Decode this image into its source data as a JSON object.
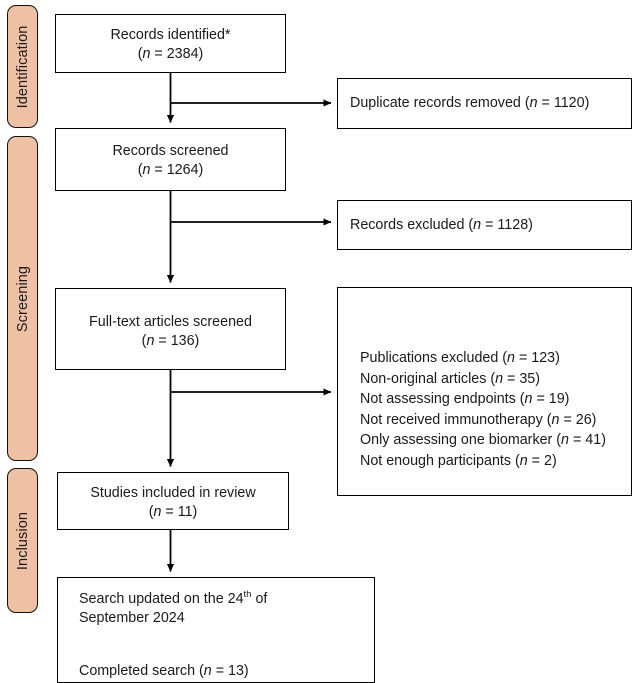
{
  "figure": {
    "type": "prisma-flow-diagram",
    "accent_color": "#eec0a4",
    "line_color": "#000000",
    "background": "#ffffff"
  },
  "phases": [
    {
      "id": "identification",
      "label": "Identification"
    },
    {
      "id": "screening",
      "label": "Screening"
    },
    {
      "id": "inclusion",
      "label": "Inclusion"
    }
  ],
  "flow": {
    "records_identified": {
      "line1": "Records identified*",
      "n_prefix": "(",
      "n_symbol": "n",
      "n_eq": " = ",
      "n_value": "2384",
      "n_suffix": ")"
    },
    "duplicates_removed": {
      "text": "Duplicate records removed (",
      "n_symbol": "n",
      "n_eq": " = ",
      "n_value": "1120",
      "n_suffix": ")"
    },
    "records_screened": {
      "line1": "Records screened",
      "n_prefix": "(",
      "n_symbol": "n",
      "n_eq": " = ",
      "n_value": "1264",
      "n_suffix": ")"
    },
    "records_excluded": {
      "text": "Records excluded (",
      "n_symbol": "n",
      "n_eq": " = ",
      "n_value": "1128",
      "n_suffix": ")"
    },
    "fulltext_screened": {
      "line1": "Full-text articles screened",
      "n_prefix": "(",
      "n_symbol": "n",
      "n_eq": " = ",
      "n_value": "136",
      "n_suffix": ")"
    },
    "exclusion_reasons": [
      {
        "label": "Publications excluded (",
        "n_symbol": "n",
        "n_eq": " = ",
        "n_value": "123",
        "n_suffix": ")"
      },
      {
        "label": "Non-original articles (",
        "n_symbol": "n",
        "n_eq": " = ",
        "n_value": "35",
        "n_suffix": ")"
      },
      {
        "label": "Not assessing endpoints (",
        "n_symbol": "n",
        "n_eq": " = ",
        "n_value": "19",
        "n_suffix": ")"
      },
      {
        "label": "Not received immunotherapy (",
        "n_symbol": "n",
        "n_eq": " = ",
        "n_value": "26",
        "n_suffix": ")"
      },
      {
        "label": "Only assessing one biomarker (",
        "n_symbol": "n",
        "n_eq": " = ",
        "n_value": "41",
        "n_suffix": ")"
      },
      {
        "label": "Not enough participants (",
        "n_symbol": "n",
        "n_eq": " = ",
        "n_value": "2",
        "n_suffix": ")"
      }
    ],
    "studies_included": {
      "line1": "Studies included in review",
      "n_prefix": "(",
      "n_symbol": "n",
      "n_eq": " = ",
      "n_value": "11",
      "n_suffix": ")"
    },
    "search_updated": {
      "line1_a": "Search updated on the 24",
      "line1_sup": "th",
      "line1_b": " of",
      "line2": "September 2024",
      "line3_a": "Completed search  (",
      "n_symbol": "n",
      "n_eq": " = ",
      "n_value": "13",
      "n_suffix": ")"
    }
  }
}
